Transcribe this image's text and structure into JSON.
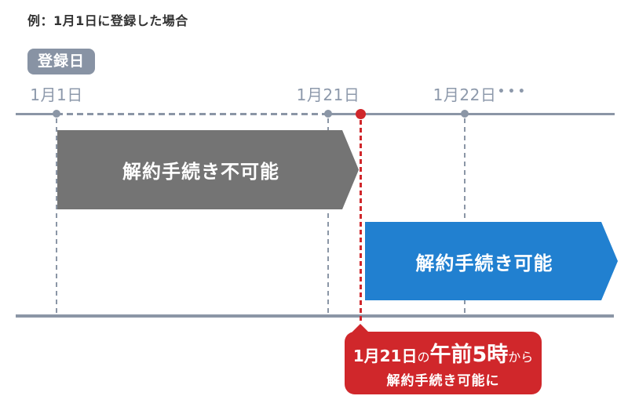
{
  "title": "例：1月1日に登録した場合",
  "badge": {
    "label": "登録日"
  },
  "timeline": {
    "date1": "1月1日",
    "date2": "1月21日",
    "date3": "1月22日",
    "ellipsis": "•••"
  },
  "bars": {
    "unavailable": {
      "label": "解約手続き不可能",
      "color": "#747474"
    },
    "available": {
      "label": "解約手続き可能",
      "color": "#2180D0"
    }
  },
  "callout": {
    "line1": [
      {
        "text": "1月21日"
      },
      {
        "text": "の"
      },
      {
        "text": "午前5時"
      },
      {
        "text": "から"
      }
    ],
    "line2": "解約手続き可能に",
    "color": "#D0272B"
  },
  "colors": {
    "axis_gray": "#8B96A6",
    "label_gray": "#8D99AB",
    "badge_bg": "#8893A4",
    "title_text": "#333333",
    "accent_red": "#D0272B",
    "bar_gray": "#747474",
    "bar_blue": "#2180D0"
  }
}
